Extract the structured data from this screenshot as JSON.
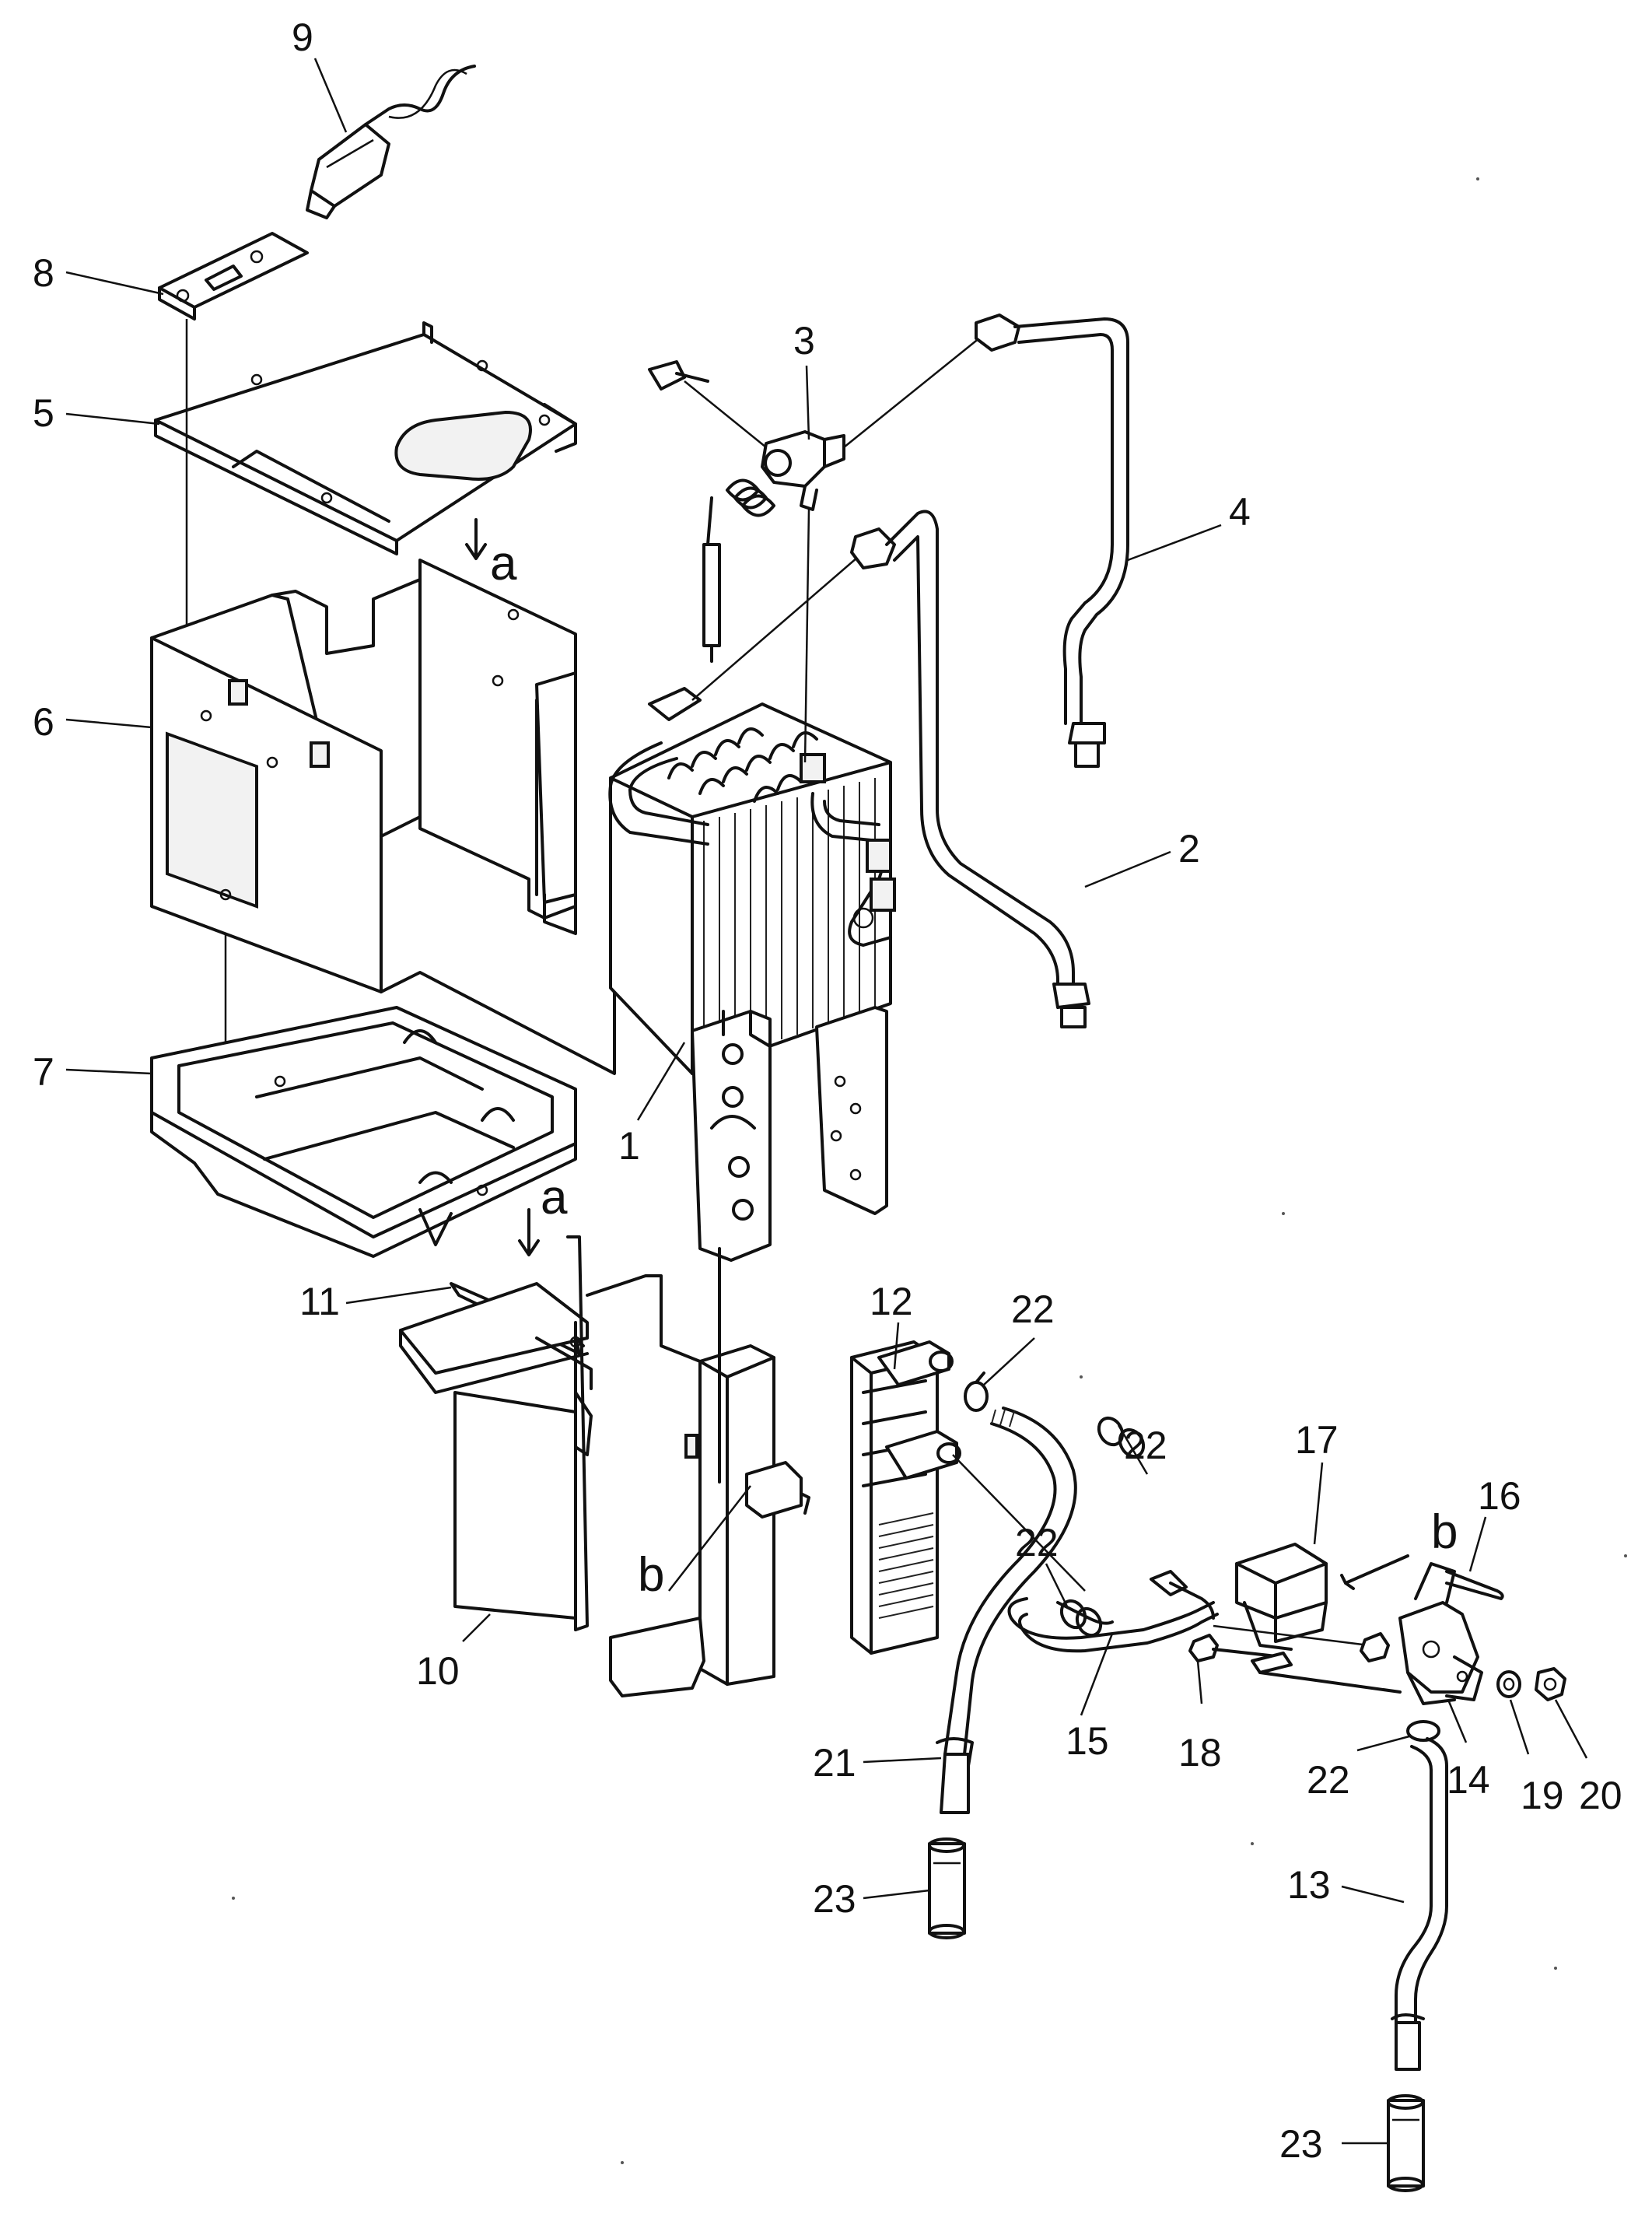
{
  "callouts": {
    "c1": "1",
    "c2": "2",
    "c3": "3",
    "c4": "4",
    "c5": "5",
    "c6": "6",
    "c7": "7",
    "c8": "8",
    "c9": "9",
    "c10": "10",
    "c11": "11",
    "c12": "12",
    "c13": "13",
    "c14": "14",
    "c15": "15",
    "c16": "16",
    "c17": "17",
    "c18": "18",
    "c19": "19",
    "c20": "20",
    "c21": "21",
    "c22a": "22",
    "c22b": "22",
    "c22c": "22",
    "c22d": "22",
    "c23a": "23",
    "c23b": "23"
  },
  "refs": {
    "a_top": "a",
    "a_mid": "a",
    "b_left": "b",
    "b_right": "b"
  }
}
